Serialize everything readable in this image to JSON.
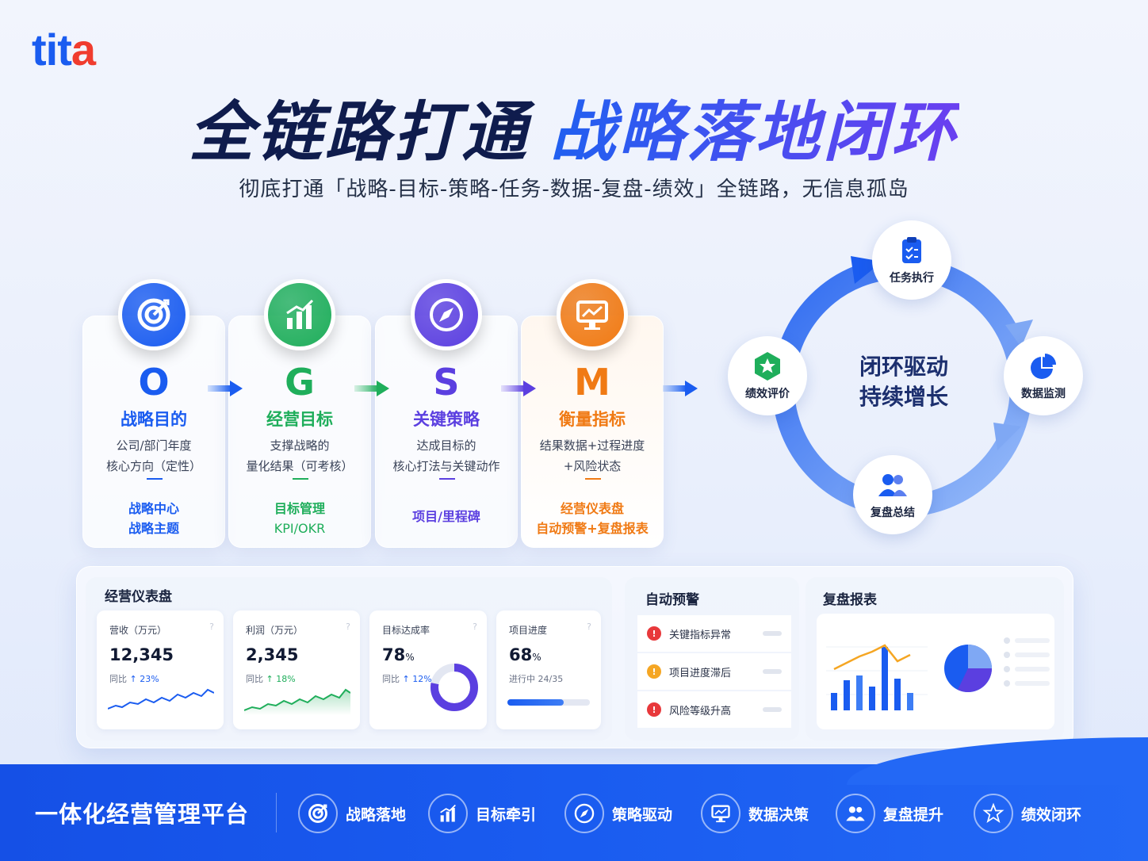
{
  "brand": {
    "logo_text": "tita"
  },
  "headline": {
    "part1": "全链路打通",
    "part2": "战略落地闭环"
  },
  "subtitle": "彻底打通「战略-目标-策略-任务-数据-复盘-绩效」全链路，无信息孤岛",
  "ogsm": [
    {
      "letter": "O",
      "title": "战略目的",
      "desc1": "公司/部门年度",
      "desc2": "核心方向（定性）",
      "foot1": "战略中心",
      "foot2": "战略主题",
      "color": "#1a5cf0",
      "icon": "target-icon"
    },
    {
      "letter": "G",
      "title": "经营目标",
      "desc1": "支撑战略的",
      "desc2": "量化结果（可考核）",
      "foot1": "目标管理",
      "foot2": "KPI/OKR",
      "color": "#1fae5b",
      "icon": "bar-chart-icon"
    },
    {
      "letter": "S",
      "title": "关键策略",
      "desc1": "达成目标的",
      "desc2": "核心打法与关键动作",
      "foot1": "项目/里程碑",
      "foot2": "",
      "color": "#5b3fe0",
      "icon": "compass-icon"
    },
    {
      "letter": "M",
      "title": "衡量指标",
      "desc1": "结果数据+过程进度",
      "desc2": "+风险状态",
      "foot1": "经营仪表盘",
      "foot2": "自动预警+复盘报表",
      "color": "#f07a14",
      "icon": "monitor-icon"
    }
  ],
  "cycle": {
    "center_line1": "闭环驱动",
    "center_line2": "持续增长",
    "nodes": {
      "top": "任务执行",
      "right": "数据监测",
      "bottom": "复盘总结",
      "left": "绩效评价"
    }
  },
  "dashboard": {
    "title": "经营仪表盘",
    "kpis": [
      {
        "label": "营收（万元）",
        "value": "12,345",
        "unit": "",
        "sub_prefix": "同比",
        "sub_value": "↑ 23%",
        "help": "?"
      },
      {
        "label": "利润（万元）",
        "value": "2,345",
        "unit": "",
        "sub_prefix": "同比",
        "sub_value": "↑ 18%",
        "help": "?"
      },
      {
        "label": "目标达成率",
        "value": "78",
        "unit": "%",
        "sub_prefix": "同比",
        "sub_value": "↑ 12%",
        "help": "?",
        "ring_fraction": 0.78
      },
      {
        "label": "项目进度",
        "value": "68",
        "unit": "%",
        "sub_prefix": "进行中",
        "sub_value": "24/35",
        "help": "?",
        "progress_fraction": 0.68
      }
    ]
  },
  "alerts": {
    "title": "自动预警",
    "items": [
      {
        "text": "关键指标异常",
        "level": "red"
      },
      {
        "text": "项目进度滞后",
        "level": "orange"
      },
      {
        "text": "风险等级升高",
        "level": "red"
      }
    ]
  },
  "review": {
    "title": "复盘报表"
  },
  "banner": {
    "title": "一体化经营管理平台",
    "features": [
      {
        "label": "战略落地",
        "icon": "target-icon"
      },
      {
        "label": "目标牵引",
        "icon": "bar-chart-icon"
      },
      {
        "label": "策略驱动",
        "icon": "compass-icon"
      },
      {
        "label": "数据决策",
        "icon": "monitor-icon"
      },
      {
        "label": "复盘提升",
        "icon": "people-icon"
      },
      {
        "label": "绩效闭环",
        "icon": "star-icon"
      }
    ]
  },
  "colors": {
    "primary": "#1a5cf0",
    "green": "#1fae5b",
    "purple": "#5b3fe0",
    "orange": "#f07a14",
    "navy": "#0f1c4d"
  }
}
